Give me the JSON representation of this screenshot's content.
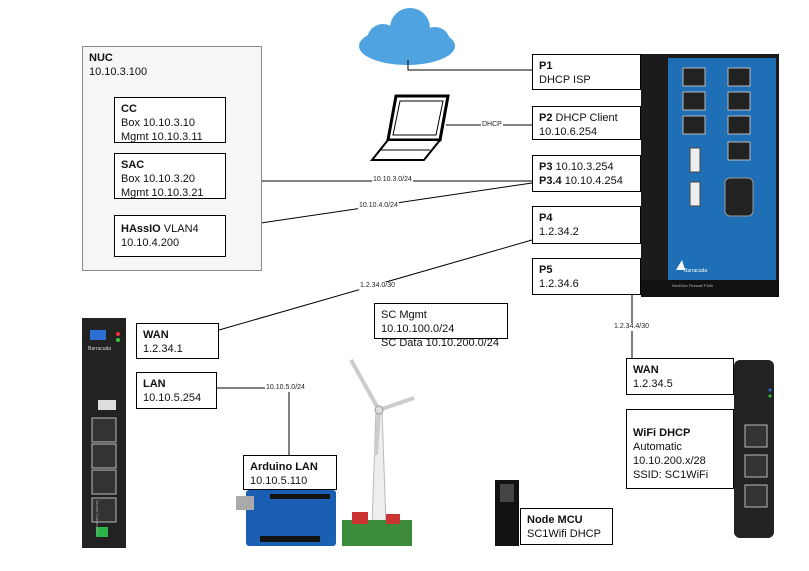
{
  "nuc": {
    "title": "NUC",
    "ip": "10.10.3.100"
  },
  "cc": {
    "title": "CC",
    "box": "Box 10.10.3.10",
    "mgmt": "Mgmt 10.10.3.11"
  },
  "sac": {
    "title": "SAC",
    "box": "Box 10.10.3.20",
    "mgmt": "Mgmt 10.10.3.21"
  },
  "hassio": {
    "title": "HAssIO",
    "vlan": " VLAN4",
    "ip": "10.10.4.200"
  },
  "p1": {
    "title": "P1",
    "desc": "DHCP ISP"
  },
  "p2": {
    "title": "P2",
    "desc": " DHCP Client",
    "ip": "10.10.6.254"
  },
  "p3": {
    "title": "P3",
    "ip": " 10.10.3.254",
    "title2": "P3.4",
    "ip2": " 10.10.4.254"
  },
  "p4": {
    "title": "P4",
    "ip": "1.2.34.2"
  },
  "p5": {
    "title": "P5",
    "ip": "1.2.34.6"
  },
  "sc_wan": {
    "title": "WAN",
    "ip": "1.2.34.1"
  },
  "sc_lan": {
    "title": "LAN",
    "ip": "10.10.5.254"
  },
  "sc_nets": {
    "mgmt": "SC Mgmt 10.10.100.0/24",
    "data": "SC Data 10.10.200.0/24"
  },
  "arduino": {
    "title": "Arduino LAN",
    "ip": "10.10.5.110"
  },
  "nodemcu": {
    "title": "Node MCU",
    "desc": "SC1Wifi DHCP"
  },
  "wifi_wan": {
    "title": "WAN",
    "ip": "1.2.34.5"
  },
  "wifi_dhcp": {
    "title": "WiFi DHCP",
    "mode": "Automatic",
    "net": "10.10.200.x/28",
    "ssid": "SSID: SC1WiFi"
  },
  "link_labels": {
    "dhcp": "DHCP",
    "l3": "10.10.3.0/24",
    "l4": "10.10.4.0/24",
    "l5": "1.2.34.0/30",
    "l6": "1.2.34.4/30",
    "l7": "10.10.5.0/24"
  },
  "firewall": {
    "brand": "Barracuda",
    "model": "NextGen Firewall F180"
  },
  "sc_device": {
    "brand": "Barracuda",
    "model": "Secure Connector 2"
  },
  "colors": {
    "cloud": "#4fa3e0",
    "firewall_blue": "#1f6fb7",
    "device_dark": "#1b1b1b"
  }
}
